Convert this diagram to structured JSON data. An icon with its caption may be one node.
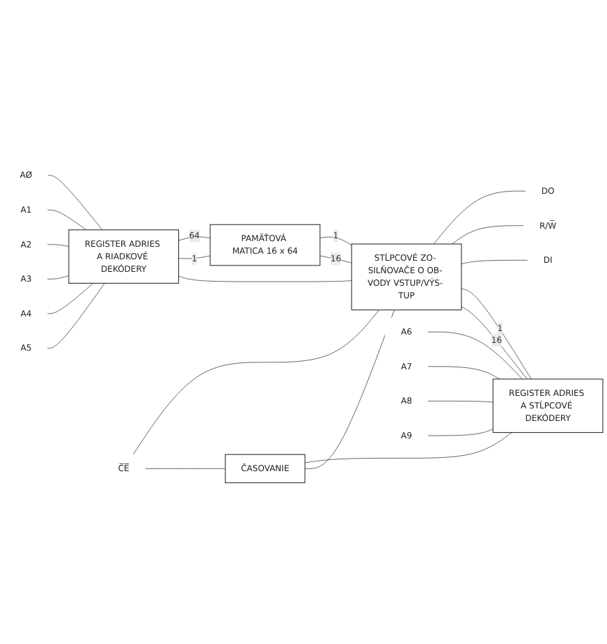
{
  "diagram": {
    "nodes": [
      {
        "text": [
          "AØ"
        ]
      },
      {
        "text": [
          "A1"
        ]
      },
      {
        "text": [
          "A2"
        ]
      },
      {
        "text": [
          "A3"
        ]
      },
      {
        "text": [
          "A4"
        ]
      },
      {
        "text": [
          "A5"
        ]
      },
      {
        "text": [
          "REGISTER ADRIES A RIADKOVÉ DEKÓDERY"
        ]
      },
      {
        "text": [
          "PAMÄŤOVÁ MATICA 16 x 64"
        ]
      },
      {
        "text": [
          "STĹPCOVÉ ZO- SILŇOVAČE O OB- VODY VSTUP/VÝS- TUP"
        ]
      },
      {
        "text": [
          "DO"
        ]
      },
      {
        "text": [
          "R/W̅"
        ]
      },
      {
        "text": [
          "DI"
        ]
      },
      {
        "text": [
          "C̅E̅"
        ]
      },
      {
        "text": [
          "ČASOVANIE"
        ]
      },
      {
        "text": [
          "REGISTER ADRIES A STĹPCOVÉ DEKÓDERY"
        ]
      },
      {
        "text": [
          "A6"
        ]
      },
      {
        "text": [
          "A7"
        ]
      },
      {
        "text": [
          "A8"
        ]
      },
      {
        "text": [
          "A9"
        ]
      }
    ],
    "edges": [
      {
        "from": 0,
        "to": 6,
        "arrow": "none"
      },
      {
        "from": 1,
        "to": 6,
        "arrow": "none"
      },
      {
        "from": 2,
        "to": 6,
        "arrow": "none"
      },
      {
        "from": 3,
        "to": 6,
        "arrow": "none"
      },
      {
        "from": 4,
        "to": 6,
        "arrow": "none"
      },
      {
        "from": 5,
        "to": 6,
        "arrow": "none"
      },
      {
        "from": 6,
        "to": 7,
        "label": "64",
        "arrow": "none"
      },
      {
        "from": 6,
        "to": 7,
        "label": "1",
        "arrow": "none"
      },
      {
        "from": 7,
        "to": 8,
        "label": "1",
        "arrow": "none"
      },
      {
        "from": 7,
        "to": 8,
        "label": "16",
        "arrow": "none"
      },
      {
        "from": 8,
        "to": 9,
        "arrow": "none"
      },
      {
        "from": 8,
        "to": 10,
        "arrow": "none"
      },
      {
        "from": 8,
        "to": 11,
        "arrow": "none"
      },
      {
        "from": 6,
        "to": 8,
        "arrow": "none"
      },
      {
        "from": 12,
        "to": 8,
        "arrow": "none"
      },
      {
        "from": 12,
        "to": 13,
        "arrow": "none"
      },
      {
        "from": 13,
        "to": 14,
        "arrow": "none"
      },
      {
        "from": 13,
        "to": 8,
        "arrow": "none"
      },
      {
        "from": 8,
        "to": 14,
        "label": "1",
        "arrow": "none"
      },
      {
        "from": 8,
        "to": 14,
        "label": "16",
        "arrow": "none"
      },
      {
        "from": 15,
        "to": 14,
        "arrow": "none"
      },
      {
        "from": 16,
        "to": 14,
        "arrow": "none"
      },
      {
        "from": 17,
        "to": 14,
        "arrow": "none"
      },
      {
        "from": 18,
        "to": 14,
        "arrow": "none"
      }
    ]
  }
}
